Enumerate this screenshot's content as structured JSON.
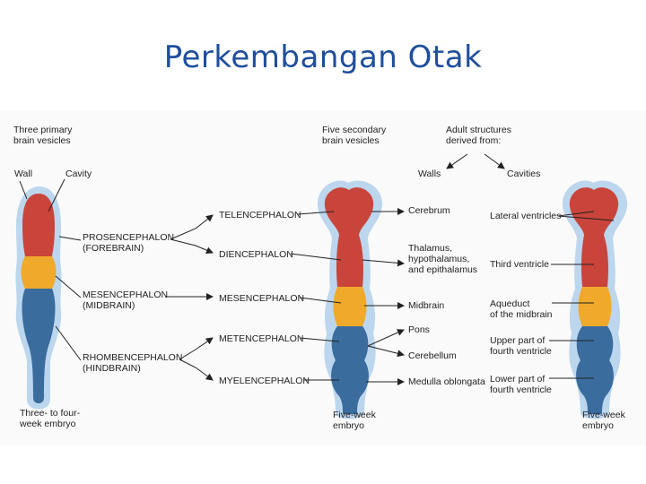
{
  "slide": {
    "title": "Perkembangan Otak"
  },
  "colors": {
    "forebrain": "#c9443a",
    "midbrain": "#f0a92a",
    "hindbrain": "#3a6c9e",
    "halo": "#bcd6ee",
    "title": "#1f4e9c",
    "panel": "#fafafa"
  },
  "headers": {
    "primary": [
      "Three primary",
      "brain vesicles"
    ],
    "secondary": [
      "Five secondary",
      "brain vesicles"
    ],
    "adult": [
      "Adult structures",
      "derived from:"
    ],
    "walls": "Walls",
    "cavities": "Cavities",
    "wall": "Wall",
    "cavity": "Cavity"
  },
  "primary_vesicles": [
    [
      "PROSENCEPHALON",
      "(FOREBRAIN)"
    ],
    [
      "MESENCEPHALON",
      "(MIDBRAIN)"
    ],
    [
      "RHOMBENCEPHALON",
      "(HINDBRAIN)"
    ]
  ],
  "secondary_vesicles": [
    "TELENCEPHALON",
    "DIENCEPHALON",
    "MESENCEPHALON",
    "METENCEPHALON",
    "MYELENCEPHALON"
  ],
  "wall_structures": [
    [
      "Cerebrum"
    ],
    [
      "Thalamus,",
      "hypothalamus,",
      "and epithalamus"
    ],
    [
      "Midbrain"
    ],
    [
      "Pons"
    ],
    [
      "Cerebellum"
    ],
    [
      "Medulla oblongata"
    ]
  ],
  "cavity_structures": [
    [
      "Lateral ventricles"
    ],
    [
      "Third ventricle"
    ],
    [
      "Aqueduct",
      "of the midbrain"
    ],
    [
      "Upper part of",
      "fourth ventricle"
    ],
    [
      "Lower part of",
      "fourth ventricle"
    ]
  ],
  "captions": {
    "left": [
      "Three- to four-",
      "week embryo"
    ],
    "middle": [
      "Five-week",
      "embryo"
    ],
    "right": [
      "Five-week",
      "embryo"
    ]
  }
}
